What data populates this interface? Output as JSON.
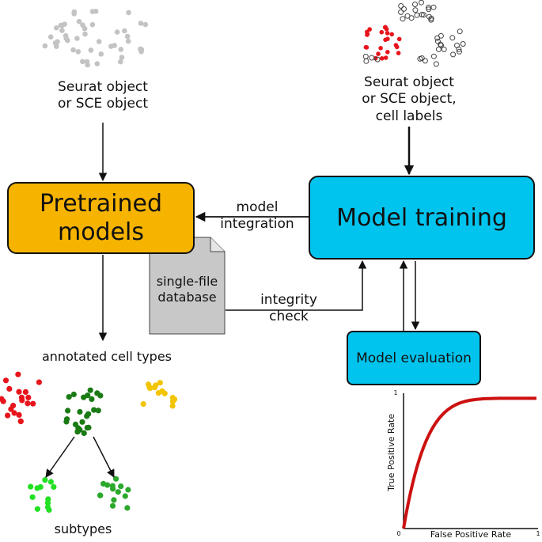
{
  "inputs": {
    "left_object": [
      "Seurat object",
      "or SCE object"
    ],
    "right_object": [
      "Seurat object",
      "or SCE object,",
      "cell labels"
    ]
  },
  "boxes": {
    "pretrained": [
      "Pretrained",
      "models"
    ],
    "training": "Model training",
    "evaluation": "Model evaluation"
  },
  "edges": {
    "model_integration": [
      "model",
      "integration"
    ],
    "integrity_check": [
      "integrity",
      "check"
    ]
  },
  "database": [
    "single-file",
    "database"
  ],
  "outputs": {
    "annotated": "annotated cell types",
    "subtypes": "subtypes"
  },
  "roc": {
    "xlabel": "False Positive Rate",
    "ylabel": "True Positive Rate",
    "x_ticks": [
      "0",
      "1"
    ],
    "y_tick_top": "1"
  },
  "colors": {
    "pretrained_box": "#f6b400",
    "training_box": "#00c4ee",
    "red_cells": "#e8141c",
    "green_cells": "#1a7a14",
    "yellow_cells": "#f2c500",
    "light_green_cells": "#22e022",
    "mid_green_cells": "#2ca82c",
    "roc_curve": "#cc1111"
  }
}
